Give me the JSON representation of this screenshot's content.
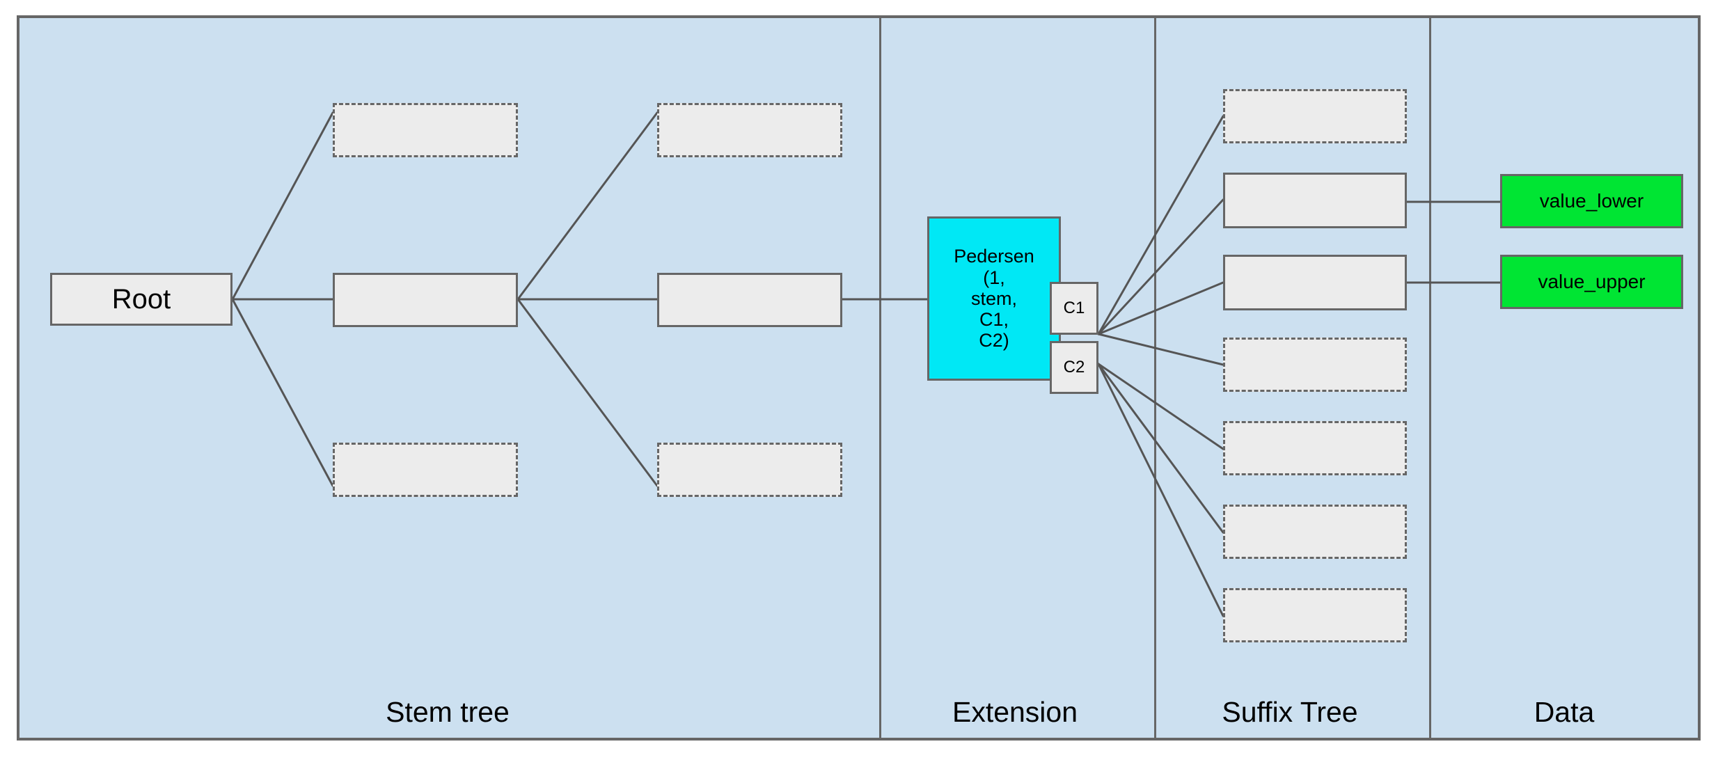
{
  "diagram": {
    "title": "Verkle-style stem tree / suffix tree diagram",
    "background_color": "#cce0f0",
    "frame_border_color": "#666666",
    "node_fill": "#ececec",
    "node_border": "#666666",
    "pedersen_color": "#00e8f5",
    "value_color": "#00e533",
    "edge_color": "#555555"
  },
  "sections": [
    {
      "id": "stem-tree",
      "label": "Stem tree"
    },
    {
      "id": "extension",
      "label": "Extension"
    },
    {
      "id": "suffix-tree",
      "label": "Suffix Tree"
    },
    {
      "id": "data",
      "label": "Data"
    }
  ],
  "stem_tree": {
    "root": {
      "label": "Root",
      "style": "solid"
    },
    "level2": [
      {
        "label": "",
        "style": "dashed"
      },
      {
        "label": "",
        "style": "solid"
      },
      {
        "label": "",
        "style": "dashed"
      }
    ],
    "level3": [
      {
        "label": "",
        "style": "dashed"
      },
      {
        "label": "",
        "style": "solid"
      },
      {
        "label": "",
        "style": "dashed"
      }
    ]
  },
  "extension": {
    "pedersen": {
      "label": "Pedersen (1, stem, C1, C2)",
      "lines": [
        "Pedersen",
        "(1,",
        "stem,",
        "C1,",
        "C2)"
      ],
      "style": "solid"
    },
    "commitments": [
      {
        "label": "C1",
        "style": "solid"
      },
      {
        "label": "C2",
        "style": "solid"
      }
    ]
  },
  "suffix_tree": {
    "nodes": [
      {
        "label": "",
        "style": "dashed",
        "parent": "C1"
      },
      {
        "label": "",
        "style": "solid",
        "parent": "C1"
      },
      {
        "label": "",
        "style": "solid",
        "parent": "C1"
      },
      {
        "label": "",
        "style": "dashed",
        "parent": "C1"
      },
      {
        "label": "",
        "style": "dashed",
        "parent": "C2"
      },
      {
        "label": "",
        "style": "dashed",
        "parent": "C2"
      },
      {
        "label": "",
        "style": "dashed",
        "parent": "C2"
      }
    ]
  },
  "data": {
    "values": [
      {
        "label": "value_lower",
        "style": "solid"
      },
      {
        "label": "value_upper",
        "style": "solid"
      }
    ]
  }
}
